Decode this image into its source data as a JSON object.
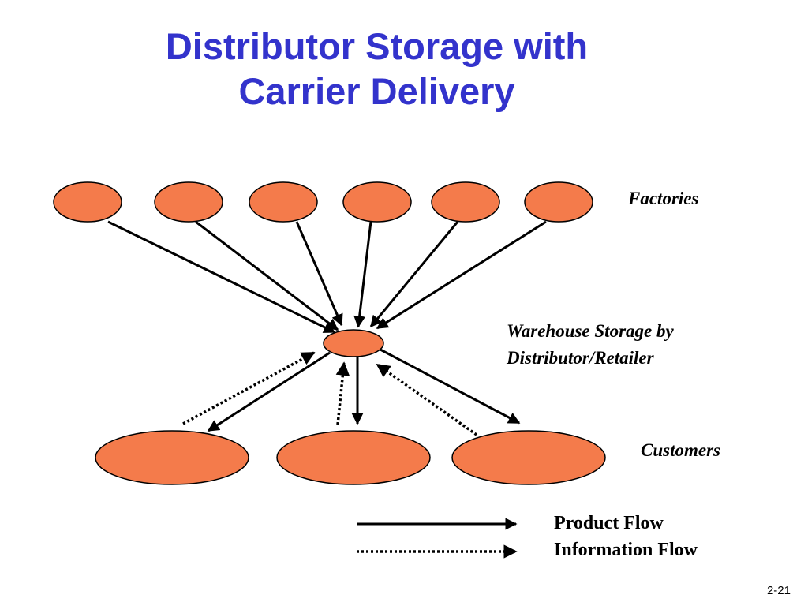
{
  "title": {
    "line1": "Distributor Storage with",
    "line2": "Carrier Delivery"
  },
  "labels": {
    "factories": "Factories",
    "warehouse_line1": "Warehouse Storage by",
    "warehouse_line2": "Distributor/Retailer",
    "customers": "Customers"
  },
  "legend": {
    "product_flow": "Product Flow",
    "information_flow": "Information Flow"
  },
  "slide_number": "2-21",
  "colors": {
    "title": "#3333cc",
    "node_fill": "#f47b4b",
    "node_stroke": "#000000"
  }
}
